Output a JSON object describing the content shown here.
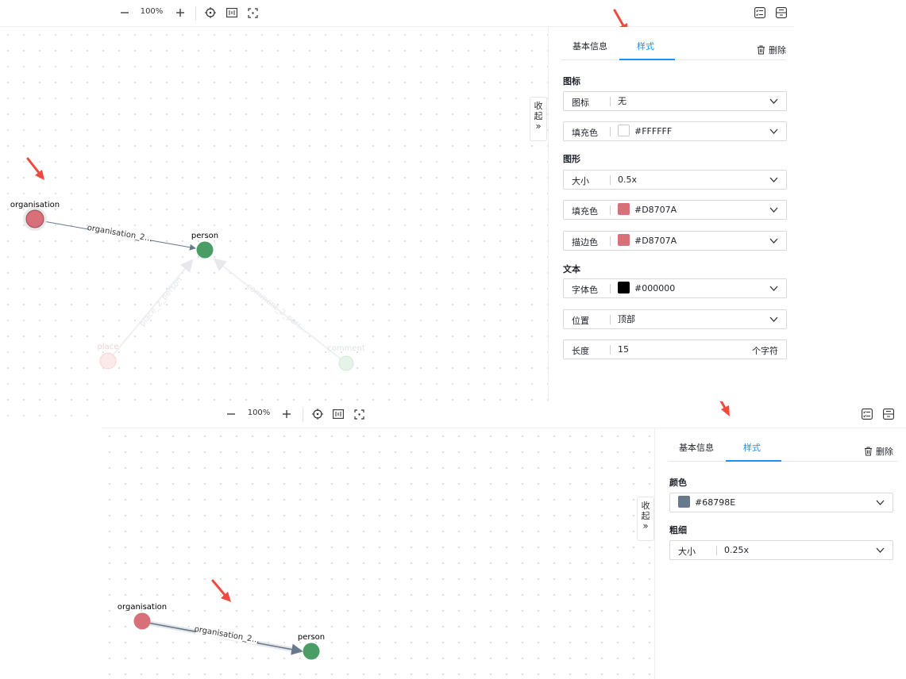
{
  "toolbar": {
    "zoom": "100%"
  },
  "panel": {
    "tabs": [
      "基本信息",
      "样式"
    ],
    "delete_label": "删除",
    "collapse_label": "收起",
    "collapse_chevron": "»"
  },
  "shot1": {
    "sections": {
      "icon": "图标",
      "shape": "图形",
      "text": "文本"
    },
    "rows": {
      "icon": {
        "label": "图标",
        "value": "无"
      },
      "icon_fill": {
        "label": "填充色",
        "value": "#FFFFFF",
        "color": "#FFFFFF"
      },
      "size": {
        "label": "大小",
        "value": "0.5x"
      },
      "fill": {
        "label": "填充色",
        "value": "#D8707A",
        "color": "#D8707A"
      },
      "stroke": {
        "label": "描边色",
        "value": "#D8707A",
        "color": "#D8707A"
      },
      "font_color": {
        "label": "字体色",
        "value": "#000000",
        "color": "#000000"
      },
      "position": {
        "label": "位置",
        "value": "顶部"
      },
      "length": {
        "label": "长度",
        "value": "15",
        "suffix": "个字符"
      }
    },
    "graph": {
      "nodes": {
        "organisation": "organisation",
        "person": "person",
        "place": "place",
        "comment": "comment"
      },
      "edges": {
        "org_person": "organisation_2...",
        "place_person": "place_2_person",
        "comment_person": "comment_2_pers..."
      }
    }
  },
  "shot2": {
    "sections": {
      "color": "颜色",
      "thickness": "粗细"
    },
    "rows": {
      "color": {
        "label": "",
        "value": "#68798E",
        "color": "#68798E"
      },
      "size": {
        "label": "大小",
        "value": "0.25x"
      }
    },
    "graph": {
      "nodes": {
        "organisation": "organisation",
        "person": "person"
      },
      "edges": {
        "org_person": "organisation_2..."
      }
    }
  },
  "colors": {
    "accent": "#1890FF",
    "org_node": "#D8707A",
    "person_node": "#4A9D64",
    "edge": "#68798E",
    "annotation_arrow": "#F04A3E"
  }
}
